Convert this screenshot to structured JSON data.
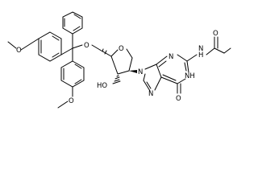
{
  "structure": {
    "atom_labels": {
      "ome_top": "O",
      "ome_top_methyl": "",
      "ome_bottom": "O",
      "ether_o": "O",
      "ring_o": "O",
      "ho": "HO",
      "n9": "N",
      "n7": "N",
      "n3": "N",
      "n1": "NH",
      "nh_amide": "N",
      "nh_amide_h": "H",
      "o6": "O",
      "o_amide": "O"
    }
  }
}
